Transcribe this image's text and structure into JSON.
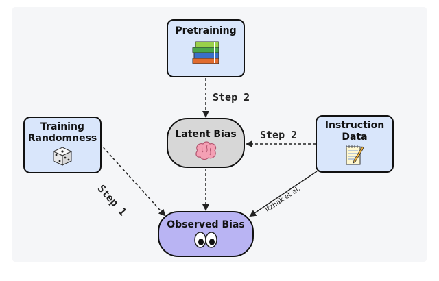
{
  "nodes": {
    "pretraining": {
      "label": "Pretraining",
      "icon": "books-icon"
    },
    "latent_bias": {
      "label": "Latent Bias",
      "icon": "brain-icon"
    },
    "training_randomness": {
      "line1": "Training",
      "line2": "Randomness",
      "icon": "dice-icon"
    },
    "instruction_data": {
      "line1": "Instruction",
      "line2": "Data",
      "icon": "notepad-icon"
    },
    "observed_bias": {
      "label": "Observed Bias",
      "icon": "eyes-icon"
    }
  },
  "edge_labels": {
    "pretraining_to_latent": "Step 2",
    "instruction_to_latent": "Step 2",
    "randomness_to_observed": "Step 1",
    "instruction_to_observed": "Itzhak et al."
  },
  "colors": {
    "box_fill": "#d9e6fb",
    "latent_fill": "#d7d7d7",
    "observed_fill": "#b9b4f3",
    "background": "#f5f6f8"
  }
}
